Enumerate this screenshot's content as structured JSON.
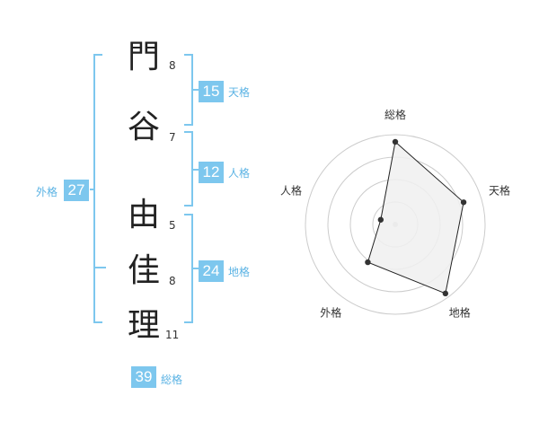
{
  "name_chars": [
    {
      "char": "門",
      "strokes": "8"
    },
    {
      "char": "谷",
      "strokes": "7"
    },
    {
      "char": "由",
      "strokes": "5"
    },
    {
      "char": "佳",
      "strokes": "8"
    },
    {
      "char": "理",
      "strokes": "11"
    }
  ],
  "fortunes": {
    "tenkaku": {
      "label": "天格",
      "value": "15"
    },
    "jinkaku": {
      "label": "人格",
      "value": "12"
    },
    "chikaku": {
      "label": "地格",
      "value": "24"
    },
    "gaikaku": {
      "label": "外格",
      "value": "27"
    },
    "soukaku": {
      "label": "総格",
      "value": "39"
    }
  },
  "chart_data": {
    "type": "radar",
    "axes": [
      "総格",
      "天格",
      "地格",
      "外格",
      "人格"
    ],
    "values": [
      0.92,
      0.8,
      0.95,
      0.52,
      0.17
    ],
    "rings": 4,
    "fill_color": "#f0f0f0",
    "line_color": "#222222",
    "grid_color": "#cccccc"
  },
  "colors": {
    "accent": "#7dc7ee",
    "label": "#5bb3e4"
  }
}
